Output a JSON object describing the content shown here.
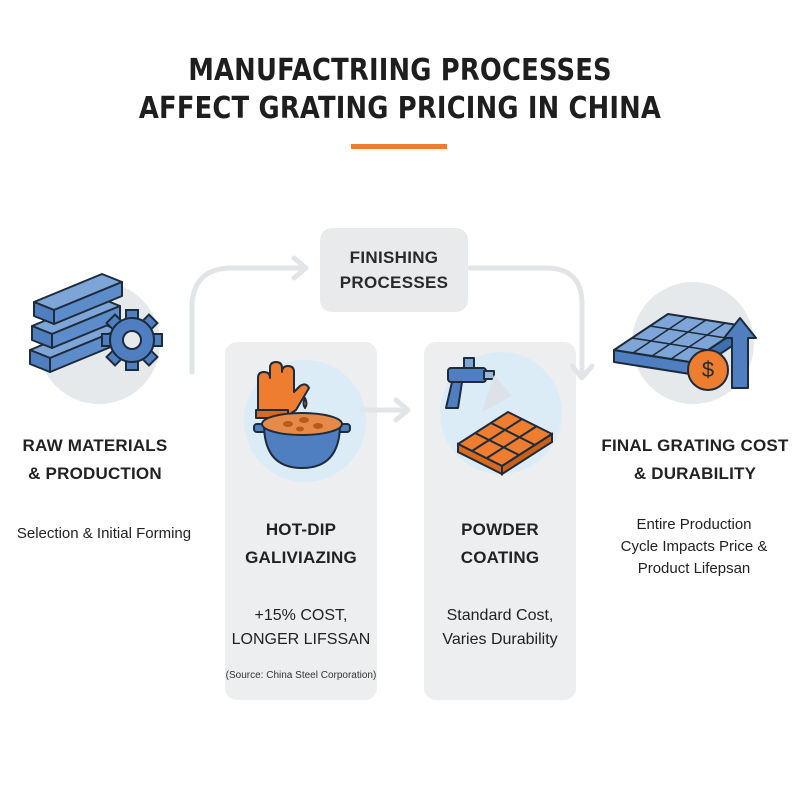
{
  "title": {
    "line1": "MANUFACTRIING PROCESSES",
    "line2": "AFFECT GRATING PRICING IN CHINA"
  },
  "finishing": {
    "line1": "FINISHING",
    "line2": "PROCESSES"
  },
  "raw_materials": {
    "heading_line1": "RAW MATERIALS",
    "heading_line2": "& PRODUCTION",
    "description": "Selection & Initial Forming",
    "icon": "steel-beams-gear-icon"
  },
  "hot_dip": {
    "heading_line1": "HOT-DIP",
    "heading_line2": "GALIVIAZING",
    "detail_line1": "+15% COST,",
    "detail_line2": "LONGER LIFSSAN",
    "source": "(Source: China Steel Corporation)",
    "icon": "glove-pot-icon"
  },
  "powder_coating": {
    "heading_line1": "POWDER",
    "heading_line2": "COATING",
    "detail_line1": "Standard Cost,",
    "detail_line2": "Varies Durability",
    "icon": "spray-gun-tiles-icon"
  },
  "final": {
    "heading_line1": "FINAL GRATING COST",
    "heading_line2": "& DURABILITY",
    "desc_line1": "Entire Production",
    "desc_line2": "Cycle Impacts Price &",
    "desc_line3": "Product Lifepsan",
    "icon": "grating-dollar-arrow-icon",
    "dollar_symbol": "$"
  },
  "colors": {
    "accent": "#ee7d2f",
    "icon_blue": "#4f7fc0",
    "outline": "#1d2b3a",
    "panel": "#eceeef",
    "arrow": "#e2e5e8"
  }
}
